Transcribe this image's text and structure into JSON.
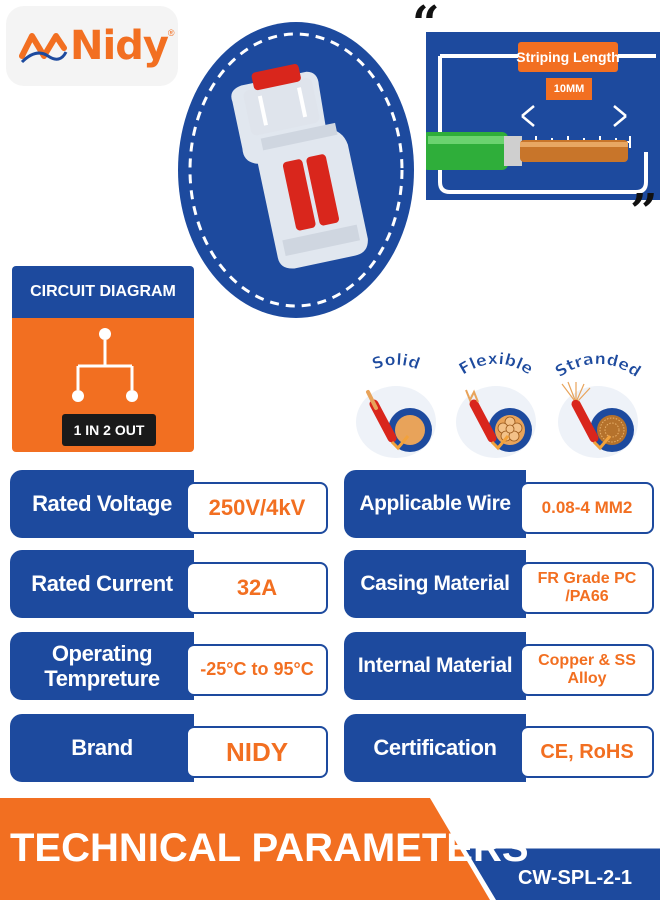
{
  "brand": {
    "logo_text": "Nidy",
    "registered": "®"
  },
  "striping": {
    "label": "Striping Length",
    "value": "10MM",
    "open_quote": "“",
    "close_quote": "”"
  },
  "circuit": {
    "title": "CIRCUIT DIAGRAM",
    "badge": "1 IN 2 OUT"
  },
  "wire_types": [
    {
      "label": "Solid"
    },
    {
      "label": "Flexible"
    },
    {
      "label": "Stranded"
    }
  ],
  "specs_left": [
    {
      "label": "Rated Voltage",
      "value": "250V/4kV"
    },
    {
      "label": "Rated Current",
      "value": "32A"
    },
    {
      "label_line1": "Operating",
      "label_line2": "Tempreture",
      "value": "-25°C to 95°C"
    },
    {
      "label": "Brand",
      "value": "NIDY"
    }
  ],
  "specs_right": [
    {
      "label": "Applicable Wire",
      "value": "0.08-4 MM2"
    },
    {
      "label": "Casing Material",
      "value_line1": "FR Grade PC",
      "value_line2": "/PA66"
    },
    {
      "label": "Internal Material",
      "value_line1": "Copper & SS",
      "value_line2": "Alloy"
    },
    {
      "label": "Certification",
      "value": "CE, RoHS"
    }
  ],
  "banner": {
    "title": "TECHNICAL PARAMETERS",
    "model": "CW-SPL-2-1"
  },
  "colors": {
    "blue": "#1d4a9e",
    "orange": "#f26f21",
    "green": "#2fae3a",
    "copper": "#c8752a",
    "red": "#d9261c"
  }
}
